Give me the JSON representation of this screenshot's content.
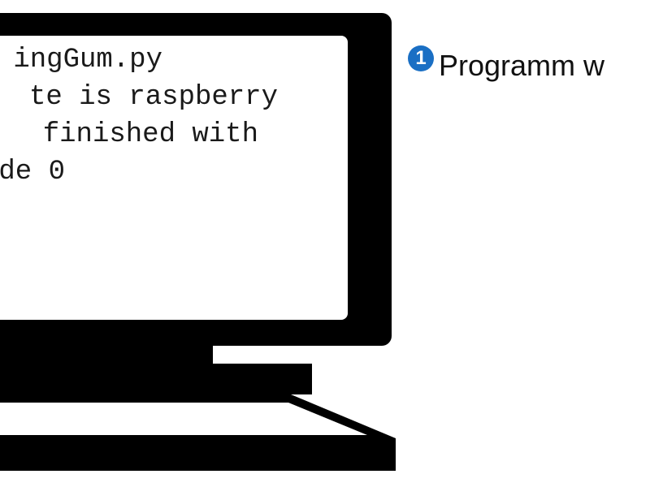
{
  "console": {
    "lines": [
      "ingGum.py",
      "te is raspberry",
      " finished with",
      "de 0"
    ]
  },
  "callout": {
    "badge": "1",
    "text": "Programm w"
  },
  "colors": {
    "monitor": "#000000",
    "screen": "#ffffff",
    "badge": "#1a6fc4"
  }
}
